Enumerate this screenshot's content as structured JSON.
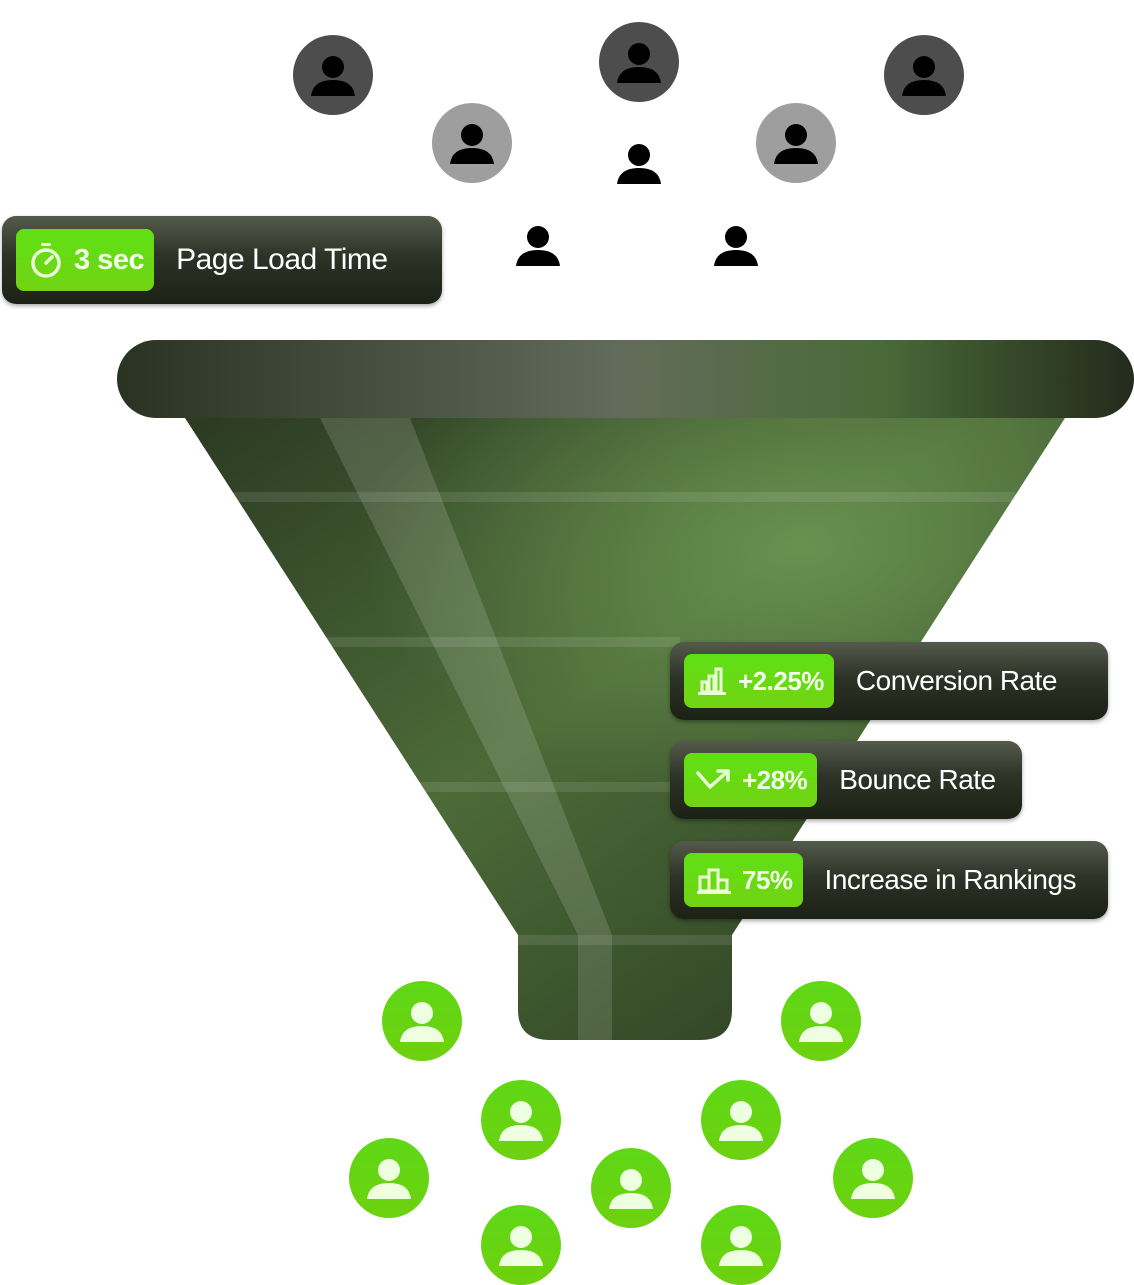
{
  "page_load": {
    "value": "3 sec",
    "label": "Page Load Time",
    "icon": "stopwatch-icon"
  },
  "metrics": [
    {
      "value": "+2.25%",
      "label": "Conversion Rate",
      "icon": "bar-chart-icon"
    },
    {
      "value": "+28%",
      "label": "Bounce Rate",
      "icon": "trend-arrow-icon"
    },
    {
      "value": "75%",
      "label": "Increase in Rankings",
      "icon": "podium-icon"
    }
  ],
  "colors": {
    "accent_green": "#62dc14",
    "funnel_green": "#3e5a2c",
    "card_dark": "#2e3327",
    "avatar_dark": "#4d4d4d",
    "avatar_light": "#9e9e9e"
  }
}
